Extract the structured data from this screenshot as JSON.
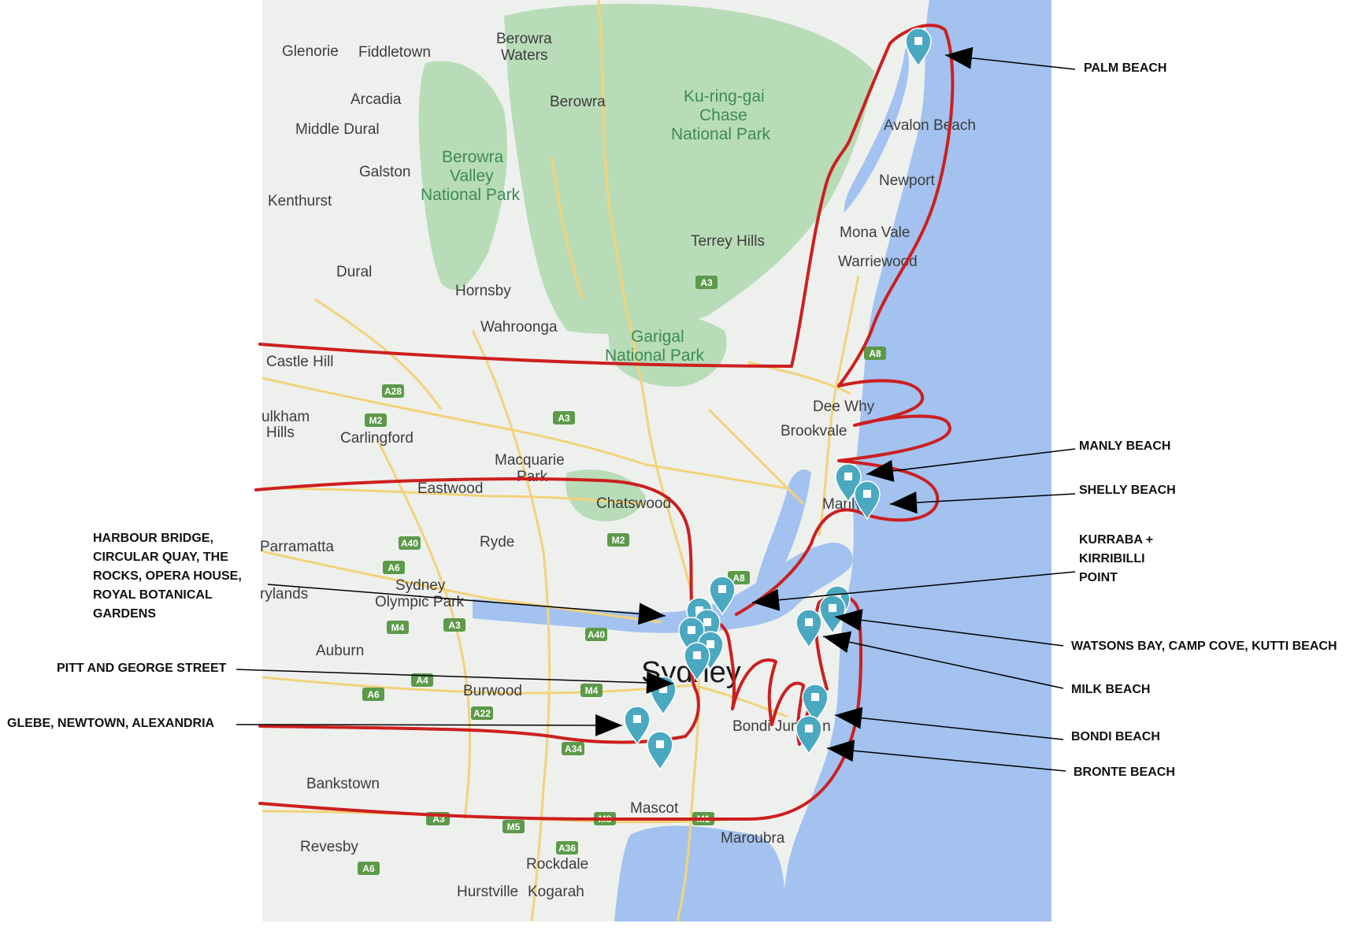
{
  "places": [
    "Glenorie",
    "Fiddletown",
    "Berowra",
    "Waters",
    "Arcadia",
    "Berowra",
    "Ku-ring-gai",
    "Chase",
    "National Park",
    "Middle Dural",
    "Galston",
    "Kenthurst",
    "Avalon Beach",
    "Newport",
    "Terrey Hills",
    "Mona Vale",
    "Warriewood",
    "Dural",
    "Hornsby",
    "Wahroonga",
    "Castle Hill",
    "Dee Why",
    "ulkham",
    "Hills",
    "Carlingford",
    "Brookvale",
    "Macquarie",
    "Park",
    "Eastwood",
    "Chatswood",
    "Manly",
    "Parramatta",
    "Ryde",
    "Sydney",
    "Olympic Park",
    "rylands",
    "Auburn",
    "Burwood",
    "Bondi Junction",
    "Bankstown",
    "Mascot",
    "Maroubra",
    "Revesby",
    "Rockdale",
    "Hurstville",
    "Kogarah"
  ],
  "parks": [
    "Berowra",
    "Valley",
    "National Park",
    "Garigal",
    "National Park"
  ],
  "city_name": "Sydney",
  "road_shields": [
    "A3",
    "A8",
    "A28",
    "M2",
    "A3",
    "M2",
    "A40",
    "A6",
    "A8",
    "A40",
    "A3",
    "M4",
    "A34",
    "A4",
    "M4",
    "A6",
    "A22",
    "A34",
    "A3",
    "M5",
    "M1",
    "A36",
    "A6",
    "M8",
    "A3"
  ],
  "callouts": [
    {
      "lines": [
        "PALM BEACH"
      ]
    },
    {
      "lines": [
        "MANLY BEACH"
      ]
    },
    {
      "lines": [
        "SHELLY BEACH"
      ]
    },
    {
      "lines": [
        "KURRABA +",
        "KIRRIBILLI",
        "POINT"
      ]
    },
    {
      "lines": [
        "WATSONS BAY, CAMP COVE, KUTTI BEACH"
      ]
    },
    {
      "lines": [
        "MILK BEACH"
      ]
    },
    {
      "lines": [
        "BONDI BEACH"
      ]
    },
    {
      "lines": [
        "BRONTE BEACH"
      ]
    },
    {
      "lines": [
        "HARBOUR BRIDGE,",
        "CIRCULAR QUAY, THE",
        "ROCKS, OPERA HOUSE,",
        "ROYAL BOTANICAL",
        "GARDENS"
      ]
    },
    {
      "lines": [
        "PITT AND GEORGE STREET"
      ]
    },
    {
      "lines": [
        "GLEBE, NEWTOWN, ALEXANDRIA"
      ]
    }
  ],
  "colors": {
    "land": "#eef0ee",
    "water": "#a3c2f0",
    "park": "#b8dcb8",
    "park_label": "#3e8a55",
    "road": "#f3d27a",
    "shield": "#5c9a4a",
    "route": "#cc1f1f",
    "marker": "#4aa9c0"
  },
  "icons": {
    "marker": "map-pin-icon",
    "arrow": "arrowhead-icon"
  }
}
